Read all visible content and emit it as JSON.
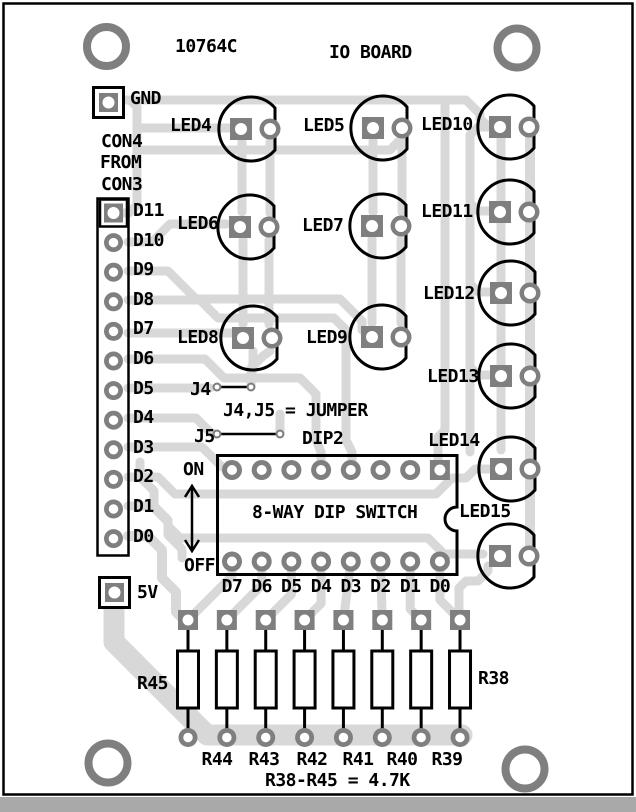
{
  "board": {
    "part_number": "10764C",
    "title": "IO BOARD"
  },
  "colors": {
    "pad_gray": "#7f7f7f",
    "trace_gray": "#d8d8d8",
    "silk_black": "#000000",
    "bottom_bar": "#a9a9a9"
  },
  "power": {
    "gnd_label": "GND",
    "v5_label": "5V"
  },
  "connector": {
    "name": "CON4",
    "from_word": "FROM",
    "source": "CON3",
    "pins": [
      "D11",
      "D10",
      "D9",
      "D8",
      "D7",
      "D6",
      "D5",
      "D4",
      "D3",
      "D2",
      "D1",
      "D0"
    ]
  },
  "leds": {
    "labels": [
      "LED4",
      "LED5",
      "LED10",
      "LED6",
      "LED7",
      "LED11",
      "LED8",
      "LED9",
      "LED12",
      "LED13",
      "LED14",
      "LED15"
    ]
  },
  "jumpers": {
    "j4": "J4",
    "j5": "J5",
    "note": "J4,J5 = JUMPER"
  },
  "dip": {
    "ref": "DIP2",
    "title": "8-WAY DIP SWITCH",
    "on": "ON",
    "off": "OFF",
    "pins": [
      "D7",
      "D6",
      "D5",
      "D4",
      "D3",
      "D2",
      "D1",
      "D0"
    ]
  },
  "resistors": {
    "left_ref": "R45",
    "right_ref": "R38",
    "row": [
      "R44",
      "R43",
      "R42",
      "R41",
      "R40",
      "R39"
    ],
    "note": "R38-R45 = 4.7K"
  }
}
